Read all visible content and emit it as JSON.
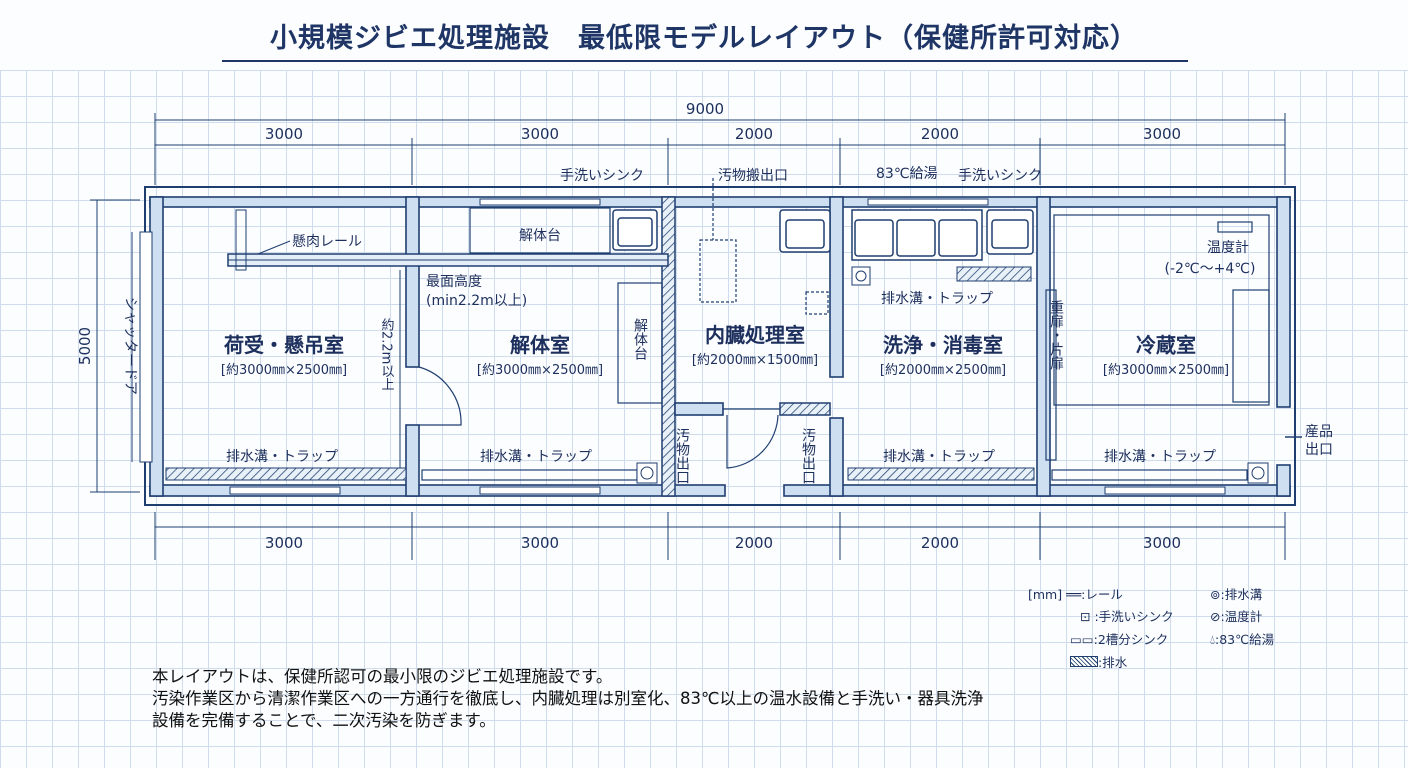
{
  "title": "小規模ジビエ処理施設　最低限モデルレイアウト（保健所許可対応）",
  "dimensions": {
    "total": "9000",
    "top": [
      "3000",
      "3000",
      "2000",
      "2000",
      "3000"
    ],
    "bottom": [
      "3000",
      "3000",
      "2000",
      "2000",
      "3000"
    ],
    "height": "5000"
  },
  "rooms": [
    {
      "name": "荷受・懸吊室",
      "size": "[約3000㎜×2500㎜]"
    },
    {
      "name": "解体室",
      "size": "[約3000㎜×2500㎜]"
    },
    {
      "name": "内臓処理室",
      "size": "[約2000㎜×1500㎜]"
    },
    {
      "name": "洗浄・消毒室",
      "size": "[約2000㎜×2500㎜]"
    },
    {
      "name": "冷蔵室",
      "size": "[約3000㎜×2500㎜]"
    }
  ],
  "labels": {
    "shutter": "シャッタードア",
    "rail": "懸肉レール",
    "table_top": "解体台",
    "table_side": "解体台",
    "height_note": "最面高度",
    "height_min": "(min2.2m以上)",
    "height_vertical": "約2.2m以上",
    "handwash1": "手洗いシンク",
    "handwash2": "手洗いシンク",
    "waste_out": "汚物搬出口",
    "hot_water": "83℃給湯",
    "thermometer": "温度計",
    "temp_range": "(-2℃〜+4℃)",
    "double_door": "重扉・片扉",
    "product_exit": "産品出口",
    "waste_exit1": "汚物出口",
    "waste_exit2": "汚物出口",
    "drain1": "排水溝・トラップ",
    "drain2": "排水溝・トラップ",
    "drain3": "排水溝・トラップ",
    "drain4": "排水溝・トラップ",
    "drain5": "排水溝・トラップ"
  },
  "legend": {
    "unit": "[mm]",
    "rail": ":レール",
    "handwash": ":手洗いシンク",
    "double_sink": ":2槽分シンク",
    "drain_hatch": ":排水",
    "drain": ":排水溝",
    "thermo": ":温度計",
    "hot": ":83℃給湯"
  },
  "description": [
    "本レイアウトは、保健所認可の最小限のジビエ処理施設です。",
    "汚染作業区から清潔作業区への一方通行を徹底し、内臓処理は別室化、83℃以上の温水設備と手洗い・器具洗浄",
    "設備を完備することで、二次汚染を防ぎます。"
  ]
}
